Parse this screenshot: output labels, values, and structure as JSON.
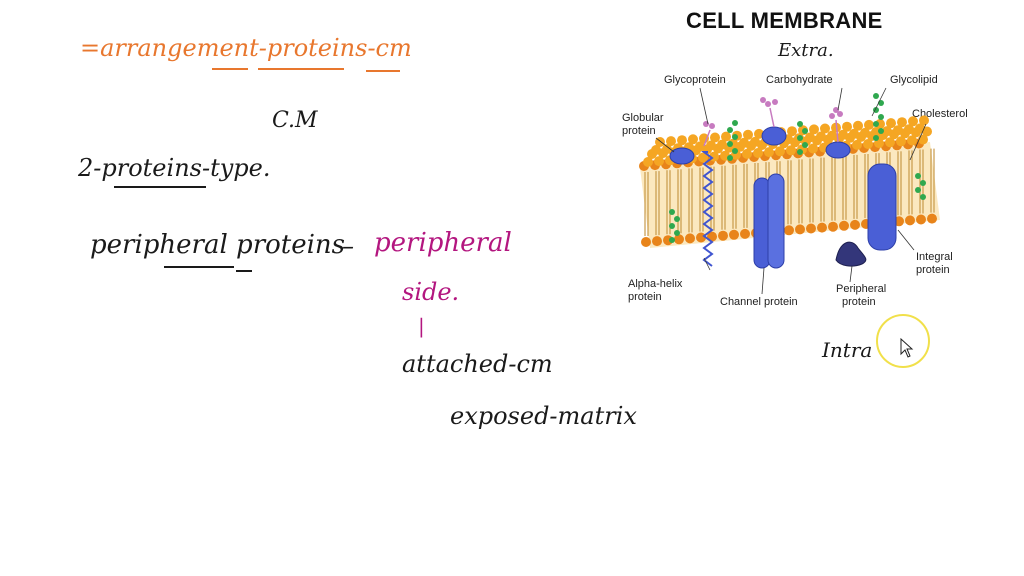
{
  "notes": {
    "line1": "=arrangement-proteins-cm",
    "line2": "C.M",
    "line3": "2-proteins-type.",
    "line4a": "peripheral proteins",
    "line4b": "–",
    "line4c": "peripheral",
    "line5": "side.",
    "line6": "|",
    "line7": "attached-cm",
    "line8": "exposed-matrix",
    "extra": "Extra.",
    "intra": "Intra"
  },
  "diagram": {
    "title": "CELL MEMBRANE",
    "labels": {
      "glycoprotein": "Glycoprotein",
      "carbohydrate": "Carbohydrate",
      "glycolipid": "Glycolipid",
      "globular_1": "Globular",
      "globular_2": "protein",
      "cholesterol": "Cholesterol",
      "integral_1": "Integral",
      "integral_2": "protein",
      "alpha_1": "Alpha-helix",
      "alpha_2": "protein",
      "channel": "Channel protein",
      "peripheral_1": "Peripheral",
      "peripheral_2": "protein"
    },
    "colors": {
      "head": "#f5a623",
      "head_dark": "#e8841a",
      "protein": "#4a5fd6",
      "glycolipid": "#2fa84f",
      "sugar": "#c77bc0"
    }
  }
}
